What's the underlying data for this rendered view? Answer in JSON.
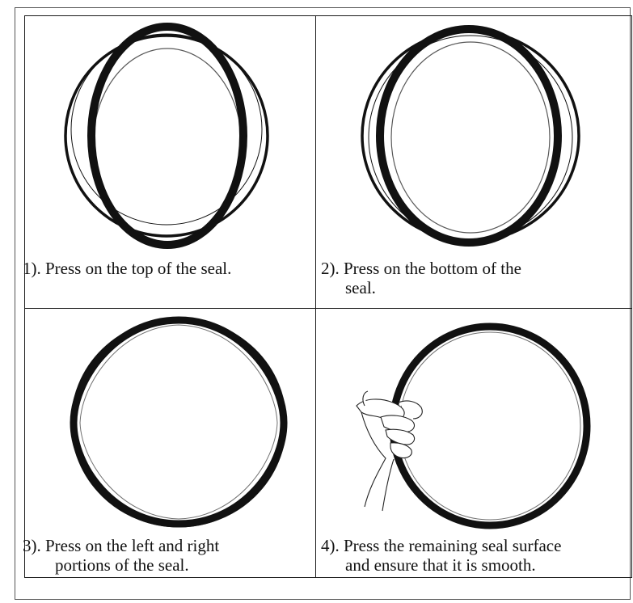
{
  "steps": [
    {
      "num": "1).",
      "line1": "Press on the top of the seal.",
      "line2": "",
      "figure": "seal-pressed-top"
    },
    {
      "num": "2).",
      "line1": "Press on the bottom of the",
      "line2": "seal.",
      "figure": "seal-pressed-bottom"
    },
    {
      "num": "3).",
      "line1": "Press on the left and right",
      "line2": "portions of the seal.",
      "figure": "seal-pressed-sides"
    },
    {
      "num": "4).",
      "line1": "Press the remaining seal surface",
      "line2": "and ensure that it is smooth.",
      "figure": "seal-smoothed-by-hand"
    }
  ],
  "colors": {
    "ink": "#111111",
    "border": "#1a1a1a",
    "paper": "#ffffff"
  }
}
